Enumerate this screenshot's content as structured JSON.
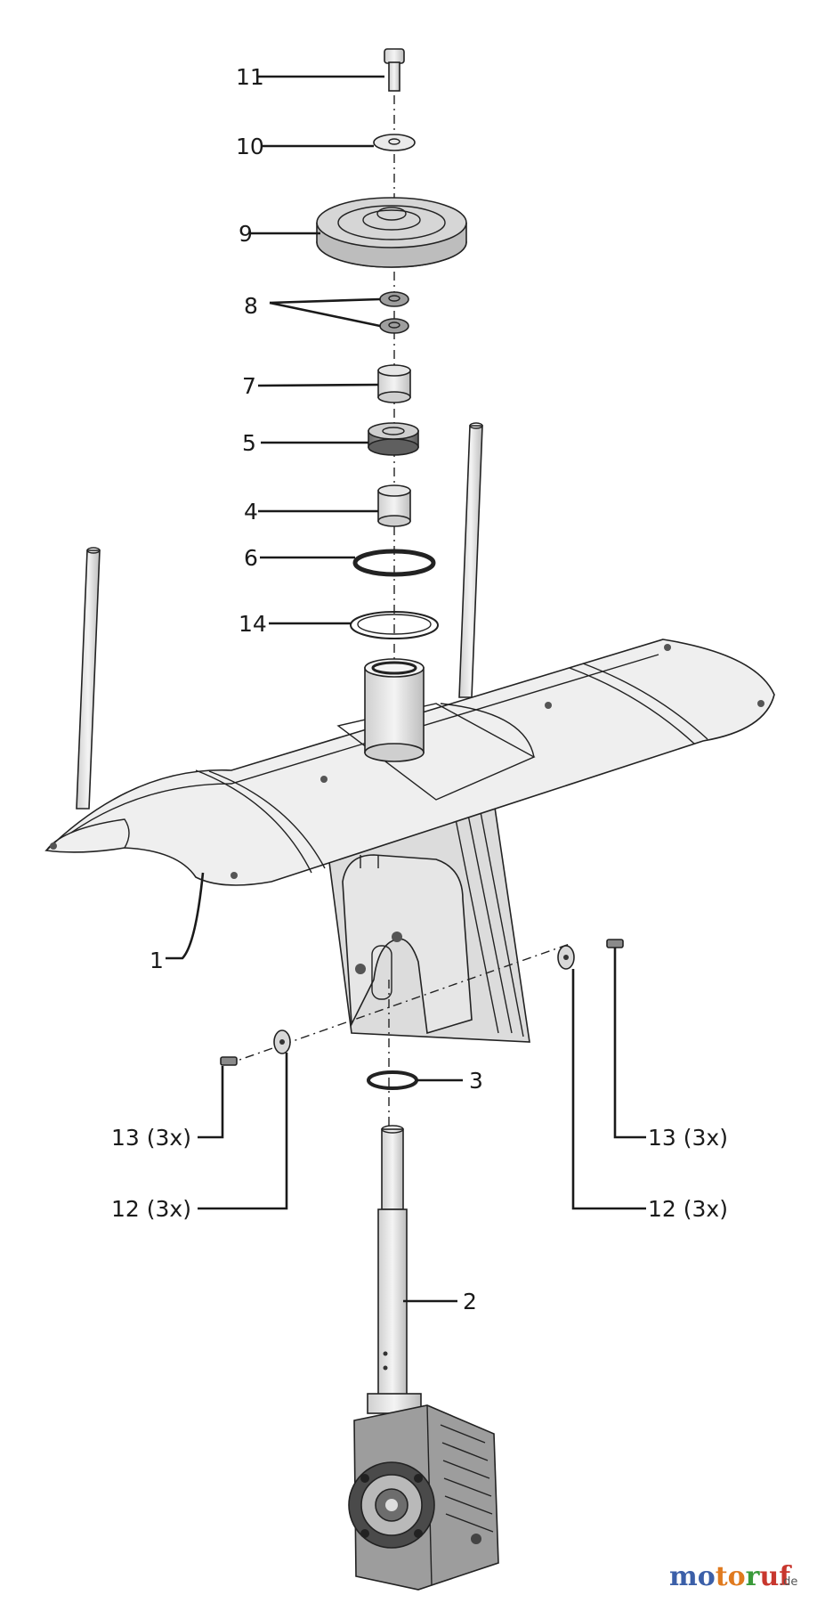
{
  "diagram": {
    "callouts": [
      {
        "id": "11",
        "text": "11"
      },
      {
        "id": "10",
        "text": "10"
      },
      {
        "id": "9",
        "text": "9"
      },
      {
        "id": "8",
        "text": "8"
      },
      {
        "id": "7",
        "text": "7"
      },
      {
        "id": "5",
        "text": "5"
      },
      {
        "id": "4",
        "text": "4"
      },
      {
        "id": "6",
        "text": "6"
      },
      {
        "id": "14",
        "text": "14"
      },
      {
        "id": "1",
        "text": "1"
      },
      {
        "id": "3",
        "text": "3"
      },
      {
        "id": "13l",
        "text": "13  (3x)"
      },
      {
        "id": "12l",
        "text": "12  (3x)"
      },
      {
        "id": "13r",
        "text": "13  (3x)"
      },
      {
        "id": "12r",
        "text": "12  (3x)"
      },
      {
        "id": "2",
        "text": "2"
      }
    ]
  },
  "watermark": {
    "brand_main": "motoruf",
    "brand_suffix": ".de",
    "colors": [
      "#3b5fa8",
      "#e07a1f",
      "#3a9a3a",
      "#c8372e"
    ]
  }
}
